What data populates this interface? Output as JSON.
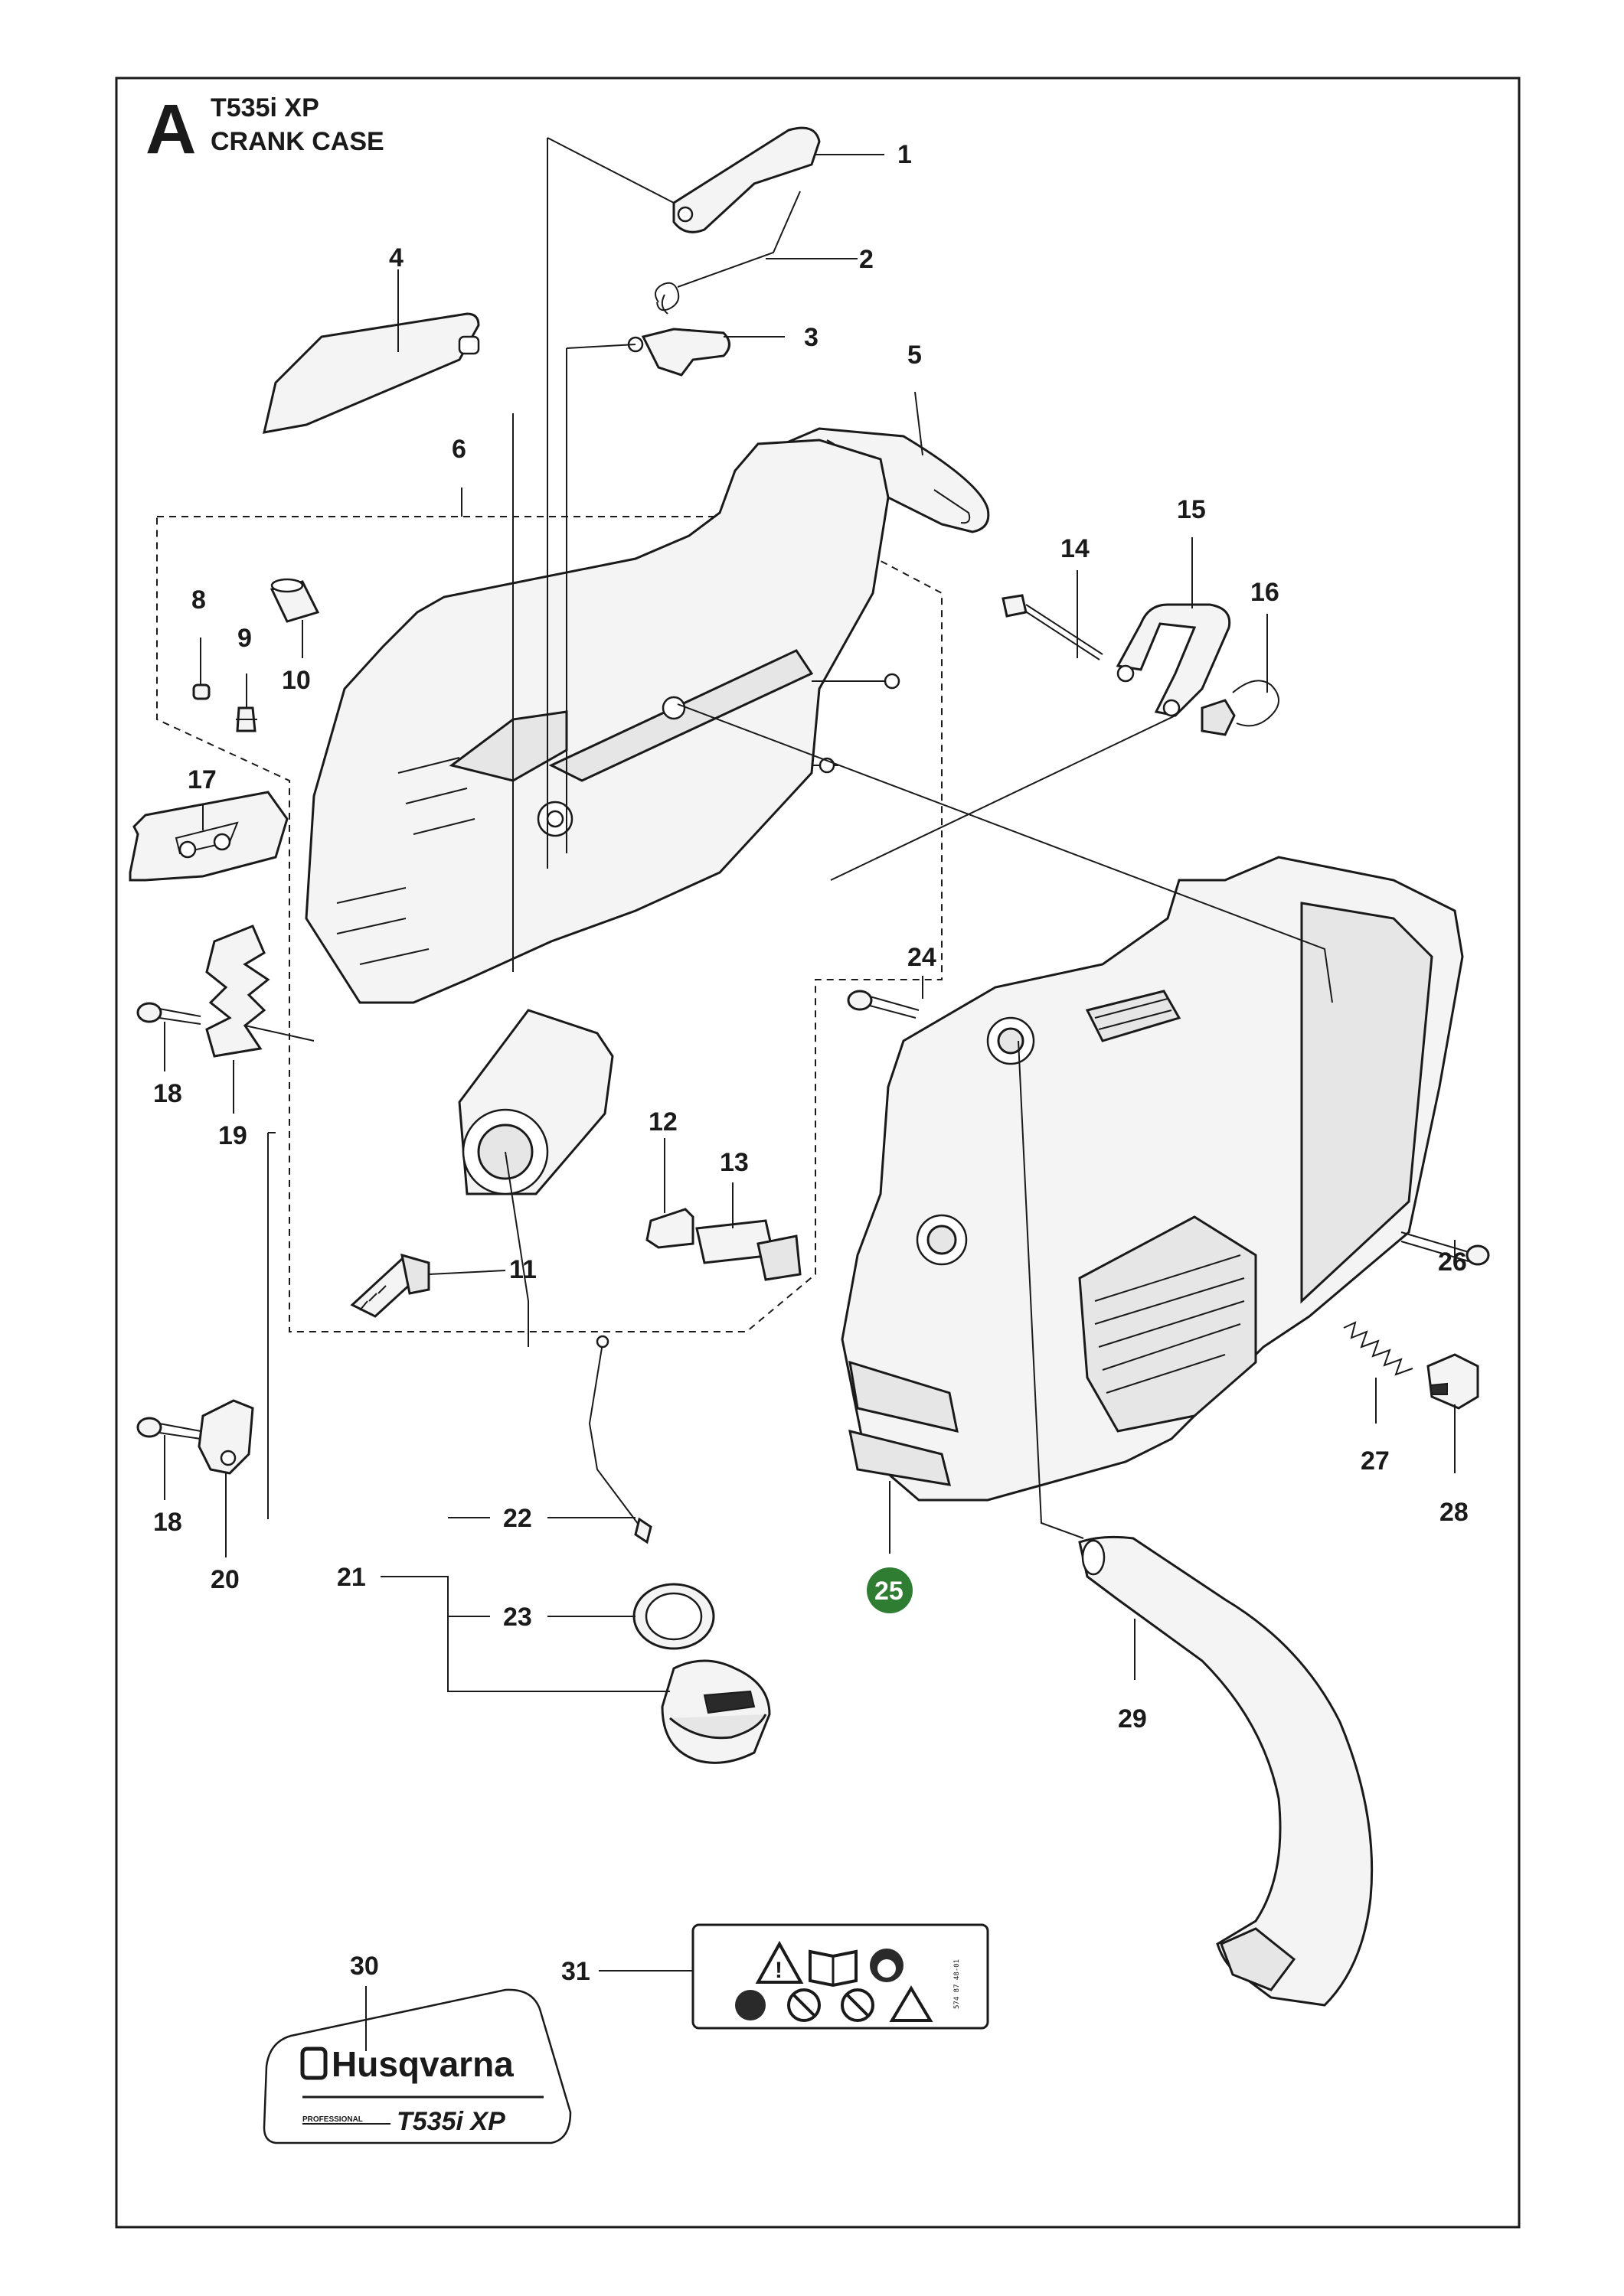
{
  "header": {
    "section_letter": "A",
    "model": "T535i XP",
    "title": "CRANK CASE"
  },
  "callouts": [
    {
      "id": "c1",
      "text": "1"
    },
    {
      "id": "c2",
      "text": "2"
    },
    {
      "id": "c3",
      "text": "3"
    },
    {
      "id": "c4",
      "text": "4"
    },
    {
      "id": "c5",
      "text": "5"
    },
    {
      "id": "c6",
      "text": "6"
    },
    {
      "id": "c8",
      "text": "8"
    },
    {
      "id": "c9",
      "text": "9"
    },
    {
      "id": "c10",
      "text": "10"
    },
    {
      "id": "c11",
      "text": "11"
    },
    {
      "id": "c12",
      "text": "12"
    },
    {
      "id": "c13",
      "text": "13"
    },
    {
      "id": "c14",
      "text": "14"
    },
    {
      "id": "c15",
      "text": "15"
    },
    {
      "id": "c16",
      "text": "16"
    },
    {
      "id": "c17",
      "text": "17"
    },
    {
      "id": "c18a",
      "text": "18"
    },
    {
      "id": "c18b",
      "text": "18"
    },
    {
      "id": "c19",
      "text": "19"
    },
    {
      "id": "c20",
      "text": "20"
    },
    {
      "id": "c21",
      "text": "21"
    },
    {
      "id": "c22",
      "text": "22"
    },
    {
      "id": "c23",
      "text": "23"
    },
    {
      "id": "c24",
      "text": "24"
    },
    {
      "id": "c25",
      "text": "25",
      "highlight": "#2e7d32"
    },
    {
      "id": "c26",
      "text": "26"
    },
    {
      "id": "c27",
      "text": "27"
    },
    {
      "id": "c28",
      "text": "28"
    },
    {
      "id": "c29",
      "text": "29"
    },
    {
      "id": "c30",
      "text": "30"
    },
    {
      "id": "c31",
      "text": "31"
    }
  ],
  "decal": {
    "brand": "Husqvarna",
    "tier": "PROFESSIONAL",
    "model": "T535i XP"
  },
  "warning_label": {
    "code": "574 87 48-01"
  },
  "colors": {
    "highlight": "#2e7d32",
    "ink": "#1a1a1a"
  }
}
